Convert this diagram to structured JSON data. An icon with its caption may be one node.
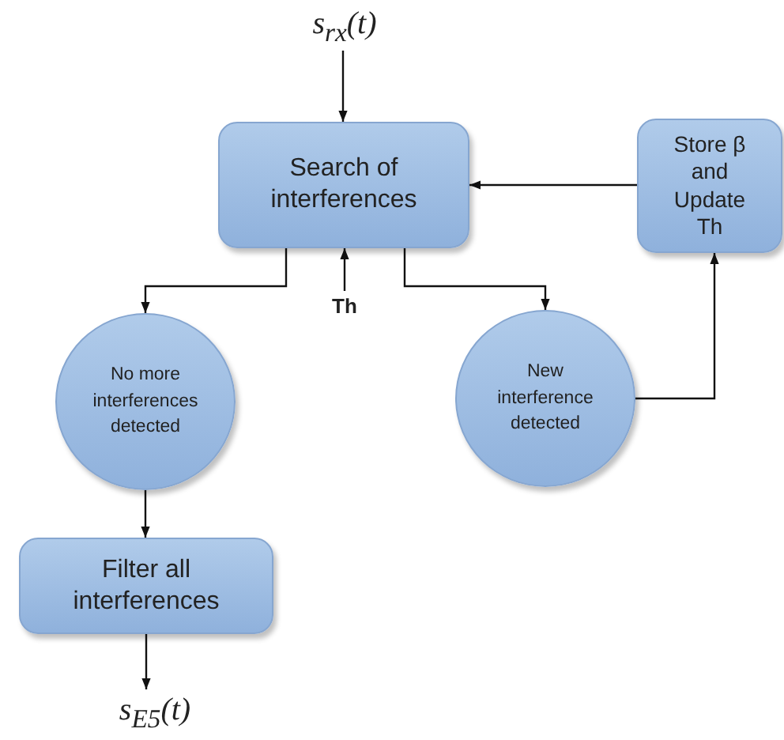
{
  "diagram": {
    "nodes": [
      {
        "text": [
          "s$_{rx}$(t)"
        ]
      },
      {
        "text": [
          "Search of interferences"
        ]
      },
      {
        "text": [
          "Store β and Update Th"
        ]
      },
      {
        "text": [
          "Th"
        ]
      },
      {
        "text": [
          "No more interferences detected"
        ]
      },
      {
        "text": [
          "New interference detected"
        ]
      },
      {
        "text": [
          "Filter all interferences"
        ]
      },
      {
        "text": [
          "s$_{E5}$(t)"
        ]
      }
    ],
    "edges": [
      {
        "from": 0,
        "to": 1,
        "arrow": "to"
      },
      {
        "from": 3,
        "to": 1,
        "arrow": "to"
      },
      {
        "from": 1,
        "to": 4,
        "arrow": "to"
      },
      {
        "from": 1,
        "to": 5,
        "arrow": "to"
      },
      {
        "from": 5,
        "to": 2,
        "arrow": "to"
      },
      {
        "from": 2,
        "to": 1,
        "arrow": "to"
      },
      {
        "from": 4,
        "to": 6,
        "arrow": "to"
      },
      {
        "from": 6,
        "to": 7,
        "arrow": "to"
      }
    ]
  }
}
